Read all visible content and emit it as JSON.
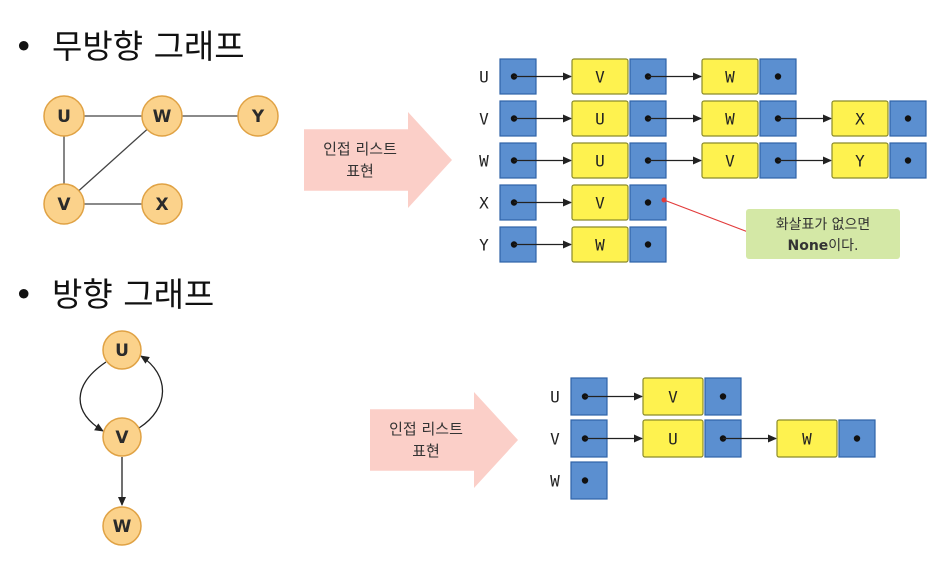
{
  "headings": {
    "bullet": "•",
    "undirected": "무방향 그래프",
    "directed": "방향 그래프"
  },
  "arrow_label": [
    "인접 리스트",
    "표현"
  ],
  "note": {
    "line1": "화살표가 없으면",
    "line2_bold": "None",
    "line2_rest": "이다."
  },
  "colors": {
    "node_fill": "#fbd28b",
    "node_stroke": "#e0a244",
    "head_fill": "#5b8fd0",
    "head_stroke": "#2f63a8",
    "cell_fill": "#fef24f",
    "cell_stroke": "#8b8b2a",
    "arrow_fill": "#fbcfc8",
    "note_fill": "#d4e8a6"
  },
  "undirected": {
    "nodes": [
      "U",
      "W",
      "Y",
      "V",
      "X"
    ],
    "edges": [
      [
        "U",
        "W"
      ],
      [
        "W",
        "Y"
      ],
      [
        "U",
        "V"
      ],
      [
        "V",
        "W"
      ],
      [
        "V",
        "X"
      ]
    ],
    "adjacency": [
      {
        "vertex": "U",
        "neighbors": [
          "V",
          "W"
        ]
      },
      {
        "vertex": "V",
        "neighbors": [
          "U",
          "W",
          "X"
        ]
      },
      {
        "vertex": "W",
        "neighbors": [
          "U",
          "V",
          "Y"
        ]
      },
      {
        "vertex": "X",
        "neighbors": [
          "V"
        ]
      },
      {
        "vertex": "Y",
        "neighbors": [
          "W"
        ]
      }
    ]
  },
  "directed": {
    "nodes": [
      "U",
      "V",
      "W"
    ],
    "edges": [
      [
        "U",
        "V"
      ],
      [
        "V",
        "U"
      ],
      [
        "V",
        "W"
      ]
    ],
    "adjacency": [
      {
        "vertex": "U",
        "neighbors": [
          "V"
        ]
      },
      {
        "vertex": "V",
        "neighbors": [
          "U",
          "W"
        ]
      },
      {
        "vertex": "W",
        "neighbors": []
      }
    ]
  }
}
